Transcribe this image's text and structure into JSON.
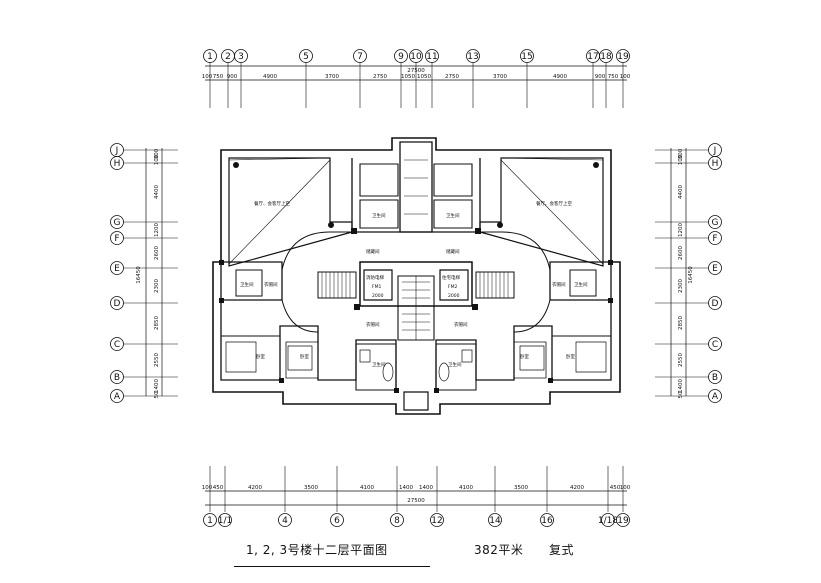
{
  "drawing": {
    "title": "1, 2, 3号楼十二层平面图",
    "area": "382平米",
    "type": "复式"
  },
  "axes": {
    "top": [
      "1",
      "2",
      "3",
      "5",
      "7",
      "9",
      "10",
      "11",
      "13",
      "15",
      "17",
      "18",
      "19"
    ],
    "bottom": [
      "1",
      "1/1",
      "4",
      "6",
      "8",
      "12",
      "14",
      "16",
      "1/18",
      "19"
    ],
    "side": [
      "J",
      "H",
      "G",
      "F",
      "E",
      "D",
      "C",
      "B",
      "A"
    ]
  },
  "dimensions": {
    "top_total": "27500",
    "top": [
      "100",
      "750",
      "900",
      "4900",
      "3700",
      "2750",
      "1050",
      "1050",
      "2750",
      "3700",
      "4900",
      "900",
      "750",
      "100"
    ],
    "bottom_total": "27500",
    "bottom": [
      "100",
      "450",
      "4200",
      "3500",
      "4100",
      "1400",
      "1400",
      "4100",
      "3500",
      "4200",
      "450",
      "100"
    ],
    "side_total": "16450",
    "side": [
      "300",
      "100",
      "4400",
      "1200",
      "2600",
      "2300",
      "2850",
      "2550",
      "1400",
      "50"
    ]
  },
  "rooms": {
    "living_left": "餐厅、会客厅上空",
    "living_right": "餐厅、会客厅上空",
    "bath_left": "卫生间",
    "bath_right": "卫生间",
    "wc_left_top": "卫生间",
    "wc_right_top": "卫生间",
    "laundry_left": "衣帽间",
    "laundry_right": "衣帽间",
    "bed_left": "卧室",
    "bed_left2": "卧室",
    "bed_right": "卧室",
    "bed_right2": "卧室",
    "bath_center_left": "卫生间",
    "bath_center_right": "卫生间",
    "closet_left": "衣帽间",
    "closet_right": "衣帽间",
    "hall_left": "储藏间",
    "hall_right": "储藏间",
    "shaft_left": "消防电梯",
    "shaft_right": "住宅电梯",
    "core_code_left": "FM1",
    "core_code_right": "FM2",
    "core_dim_left": "2000",
    "core_dim_right": "2000"
  }
}
